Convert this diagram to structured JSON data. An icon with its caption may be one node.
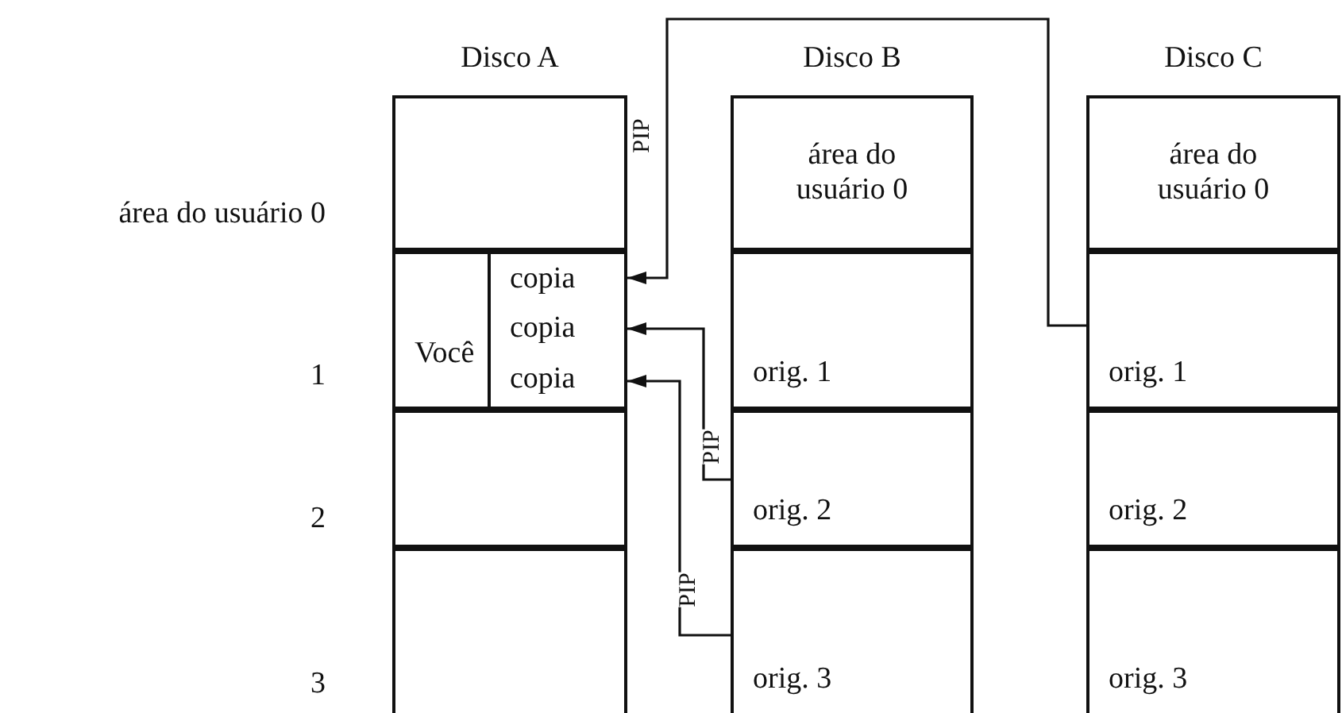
{
  "diagram": {
    "nodes": [
      {
        "text": [
          "Disco A"
        ]
      },
      {
        "text": [],
        "shape": "box",
        "in": 0
      },
      {
        "text": [
          "Você"
        ],
        "in": 0
      },
      {
        "text": [
          "copia"
        ],
        "in": 0
      },
      {
        "text": [
          "copia"
        ],
        "in": 0
      },
      {
        "text": [
          "copia"
        ],
        "in": 0
      },
      {
        "text": [],
        "shape": "box",
        "in": 0
      },
      {
        "text": [],
        "shape": "box",
        "in": 0
      },
      {
        "text": [
          "Disco B"
        ]
      },
      {
        "text": [
          "área do usuário 0"
        ],
        "in": 8
      },
      {
        "text": [
          "orig. 1"
        ],
        "in": 8
      },
      {
        "text": [
          "orig. 2"
        ],
        "in": 8
      },
      {
        "text": [
          "orig. 3"
        ],
        "in": 8
      },
      {
        "text": [
          "Disco C"
        ]
      },
      {
        "text": [
          "área do usuário 0"
        ],
        "in": 13
      },
      {
        "text": [
          "orig. 1"
        ],
        "in": 13
      },
      {
        "text": [
          "orig. 2"
        ],
        "in": 13
      },
      {
        "text": [
          "orig. 3"
        ],
        "in": 13
      }
    ],
    "edges": [
      {
        "from": 15,
        "to": 3,
        "arrow": "to",
        "label": "PIP"
      },
      {
        "from": 11,
        "to": 4,
        "arrow": "to",
        "label": "PIP"
      },
      {
        "from": 12,
        "to": 5,
        "arrow": "to",
        "label": "PIP"
      }
    ],
    "labels": [
      "área do usuário 0",
      "1",
      "2",
      "3"
    ]
  }
}
